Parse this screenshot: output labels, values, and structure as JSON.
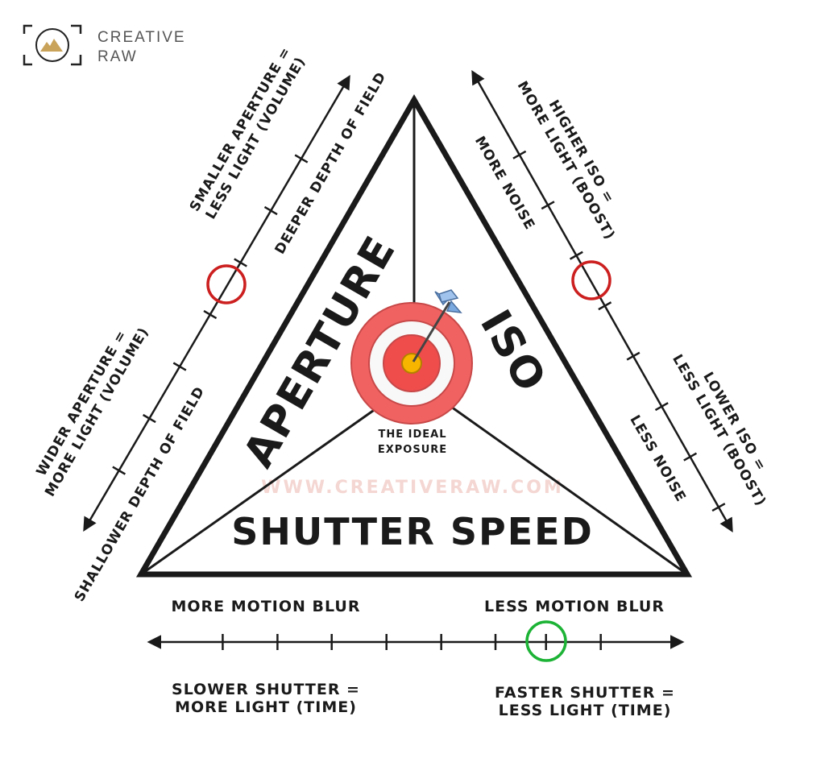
{
  "brand": {
    "name_line1": "CREATIVE",
    "name_line2": "RAW"
  },
  "watermark": "WWW.CREATIVERAW.COM",
  "triangle": {
    "aperture": "APERTURE",
    "iso": "ISO",
    "shutter_speed": "SHUTTER SPEED",
    "center_line1": "THE IDEAL",
    "center_line2": "EXPOSURE"
  },
  "aperture_axis": {
    "top_line1": "SMALLER APERTURE =",
    "top_line2": "LESS LIGHT (VOLUME)",
    "top_effect": "DEEPER DEPTH OF FIELD",
    "bottom_line1": "WIDER APERTURE =",
    "bottom_line2": "MORE LIGHT (VOLUME)",
    "bottom_effect": "SHALLOWER DEPTH OF FIELD"
  },
  "iso_axis": {
    "top_line1": "HIGHER ISO =",
    "top_line2": "MORE LIGHT (BOOST)",
    "top_effect": "MORE NOISE",
    "bottom_line1": "LOWER ISO =",
    "bottom_line2": "LESS LIGHT (BOOST)",
    "bottom_effect": "LESS NOISE"
  },
  "shutter_axis": {
    "left_effect": "MORE MOTION BLUR",
    "right_effect": "LESS MOTION BLUR",
    "left_line1": "SLOWER SHUTTER =",
    "left_line2": "MORE LIGHT (TIME)",
    "right_line1": "FASTER SHUTTER =",
    "right_line2": "LESS LIGHT (TIME)"
  },
  "colors": {
    "aperture_marker": "#cc1f1f",
    "iso_marker": "#cc1f1f",
    "shutter_marker": "#1db336",
    "target_outer": "#f06262",
    "target_ring": "#f8f8f8",
    "target_inner": "#ef4c4c",
    "target_bullseye": "#f7b500",
    "arrow_fletch": "#7aa9e0",
    "ink": "#1a1a1a"
  }
}
